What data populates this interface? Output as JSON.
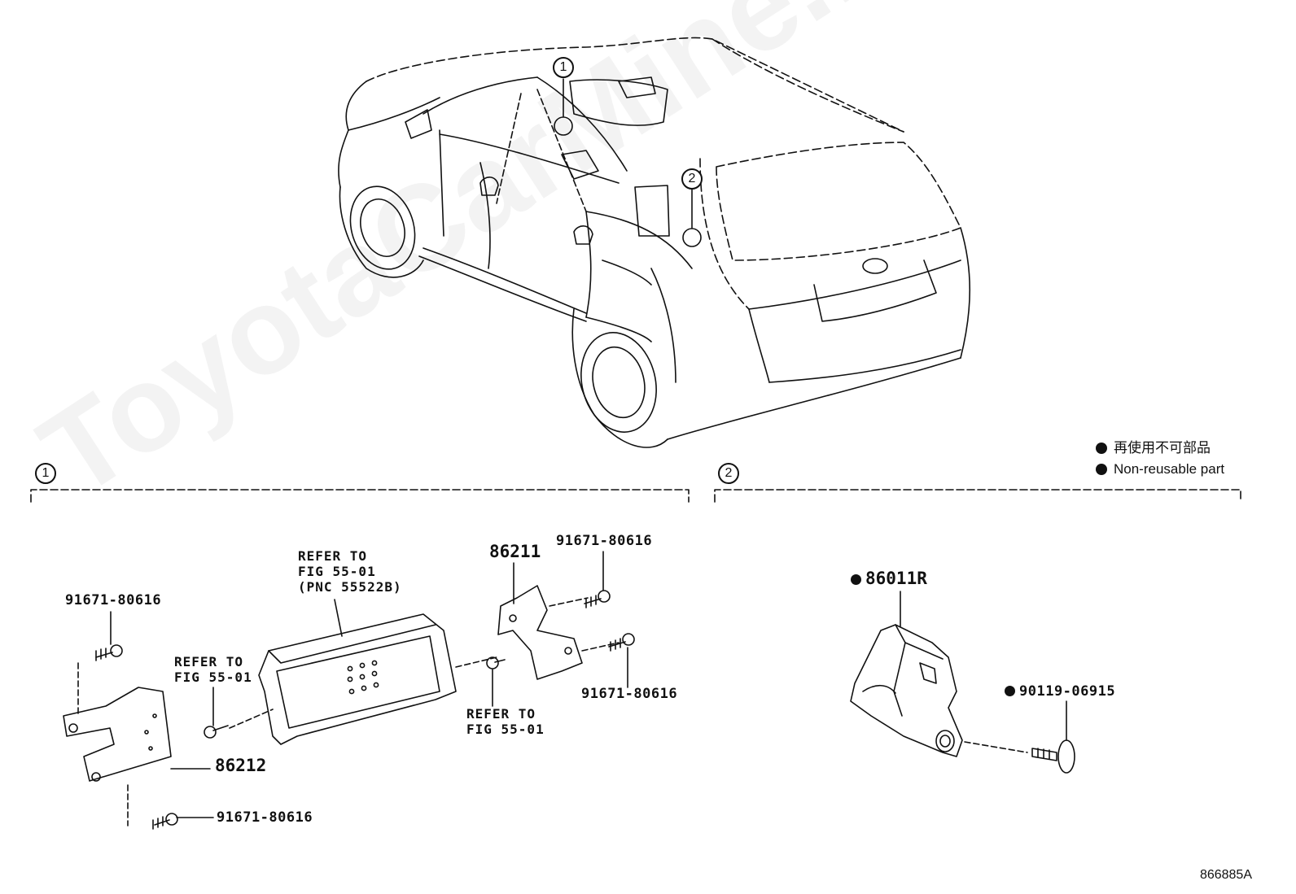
{
  "watermark": "ToyotaCarMine.ru",
  "legend": {
    "jp": "再使用不可部品",
    "en": "Non-reusable part"
  },
  "callouts": {
    "one": "1",
    "two": "2"
  },
  "group1": {
    "panel": "1",
    "parts": {
      "bolt_top_left": "91671-80616",
      "bracket_left": "86212",
      "bolt_bottom_left": "91671-80616",
      "bracket_right": "86211",
      "bolt_top_right": "91671-80616",
      "bolt_mid_right": "91671-80616"
    },
    "refer_radio": [
      "REFER TO",
      "FIG 55-01",
      "(PNC 55522B)"
    ],
    "refer_left_screw": [
      "REFER TO",
      "FIG 55-01"
    ],
    "refer_right_screw": [
      "REFER TO",
      "FIG 55-01"
    ]
  },
  "group2": {
    "panel": "2",
    "parts": {
      "sensor": "86011R",
      "bolt": "90119-06915"
    }
  },
  "figure_code": "866885A"
}
